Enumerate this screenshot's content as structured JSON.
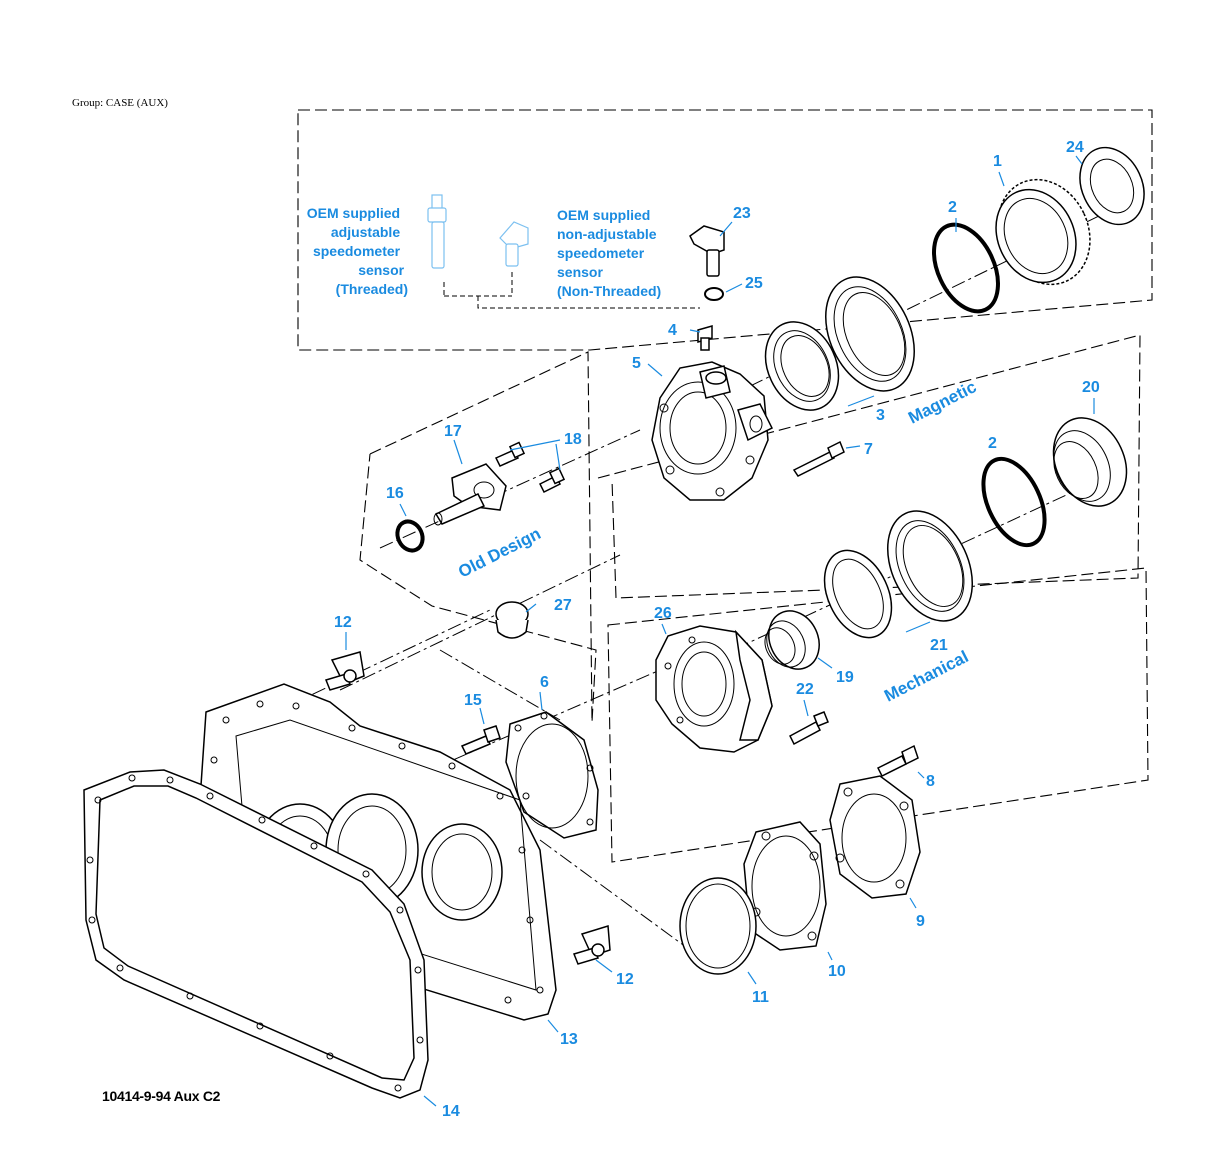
{
  "header": {
    "group": "Group: CASE (AUX)"
  },
  "footer": {
    "figure_id": "10414-9-94 Aux C2"
  },
  "notes": {
    "adjustable": [
      "OEM supplied",
      "adjustable",
      "speedometer",
      "sensor",
      "(Threaded)"
    ],
    "non_adjustable": [
      "OEM supplied",
      "non-adjustable",
      "speedometer",
      "sensor",
      "(Non-Threaded)"
    ]
  },
  "group_tags": {
    "magnetic": "Magnetic",
    "old_design": "Old Design",
    "mechanical": "Mechanical"
  },
  "callouts": {
    "c1": "1",
    "c2a": "2",
    "c2b": "2",
    "c3": "3",
    "c4": "4",
    "c5": "5",
    "c6": "6",
    "c7": "7",
    "c8": "8",
    "c9": "9",
    "c10": "10",
    "c11": "11",
    "c12a": "12",
    "c12b": "12",
    "c13": "13",
    "c14": "14",
    "c15": "15",
    "c16": "16",
    "c17": "17",
    "c18": "18",
    "c19": "19",
    "c20": "20",
    "c21": "21",
    "c22": "22",
    "c23": "23",
    "c24": "24",
    "c25": "25",
    "c26": "26",
    "c27": "27"
  },
  "colors": {
    "callout": "#1a8be0",
    "line": "#000000",
    "ghost": "#7cc0f0"
  }
}
